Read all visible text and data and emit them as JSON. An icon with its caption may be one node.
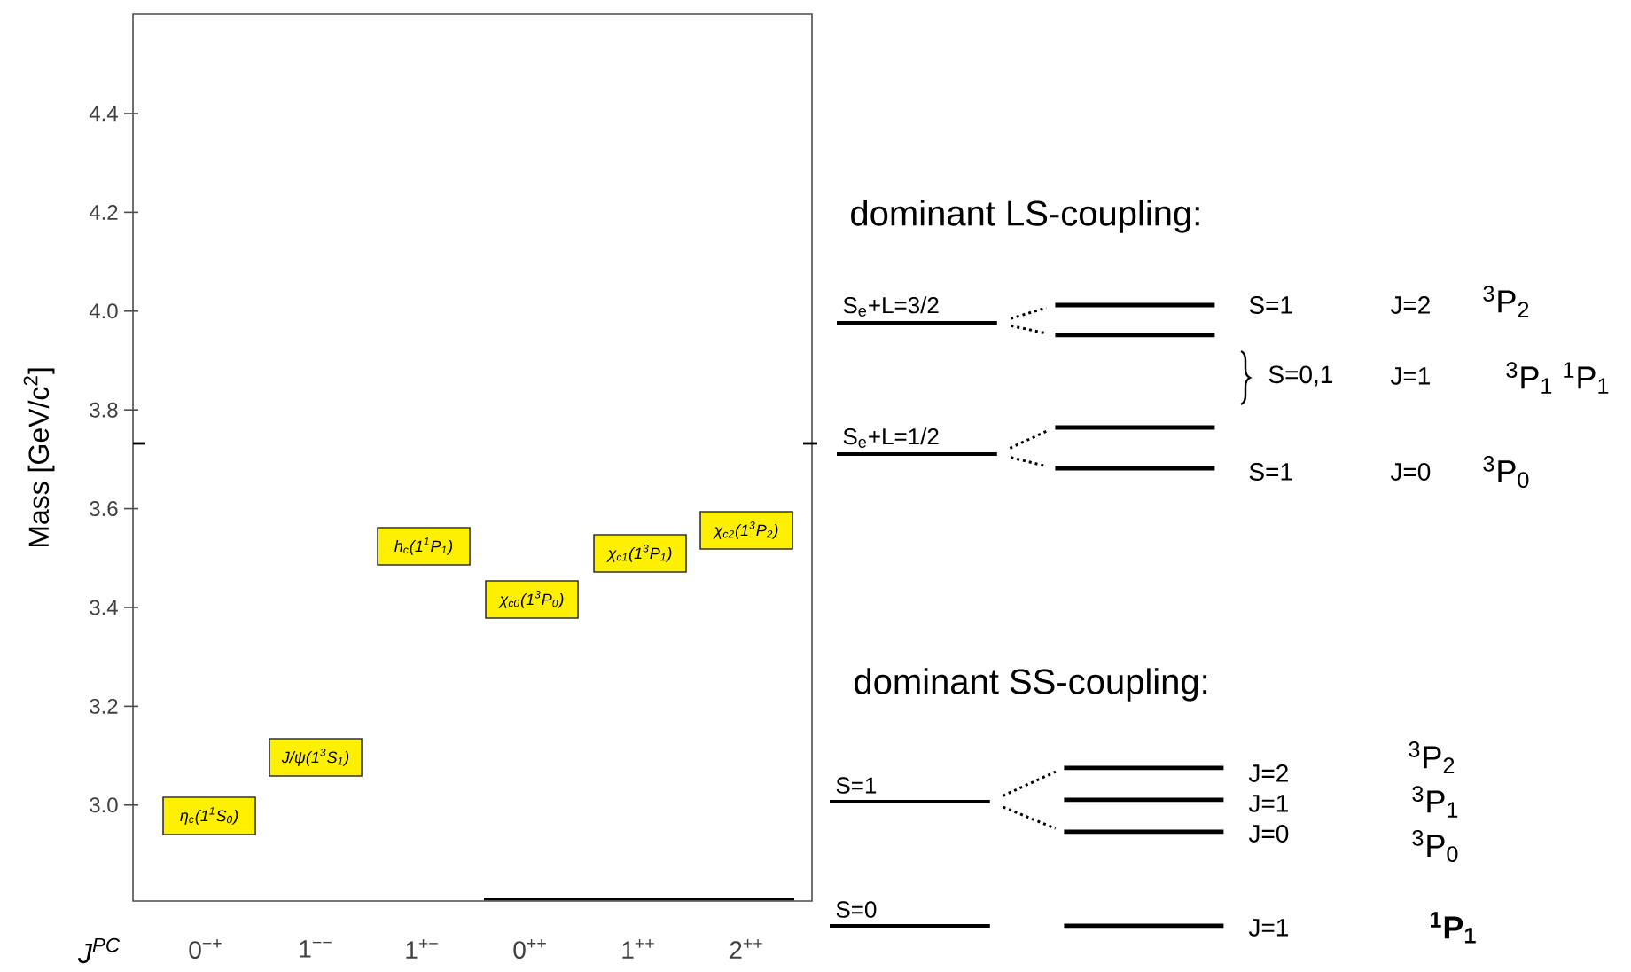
{
  "diagram": {
    "nodes": [
      {
        "text": [
          "η$_{c}$(1$^{1}$S$_{0}$)"
        ]
      },
      {
        "text": [
          "J/ψ(1$^{3}$S$_{1}$)"
        ]
      },
      {
        "text": [
          "h$_{c}$(1$^{1}$P$_{1}$)"
        ]
      },
      {
        "text": [
          "χ$_{c0}$(1$^{3}$P$_{0}$)"
        ]
      },
      {
        "text": [
          "χ$_{c1}$(1$^{3}$P$_{1}$)"
        ]
      },
      {
        "text": [
          "χ$_{c2}$(1$^{3}$P$_{2}$)"
        ]
      },
      {
        "text": [
          "S$_{e}$+L=3/2"
        ]
      },
      {
        "text": [],
        "shape": "bar"
      },
      {
        "text": [],
        "shape": "bar"
      },
      {
        "text": [
          "S$_{e}$+L=1/2"
        ]
      },
      {
        "text": [],
        "shape": "bar"
      },
      {
        "text": [],
        "shape": "bar"
      },
      {
        "text": [
          "S=1"
        ]
      },
      {
        "text": [],
        "shape": "bar"
      },
      {
        "text": [],
        "shape": "bar"
      },
      {
        "text": [],
        "shape": "bar"
      },
      {
        "text": [
          "S=0"
        ]
      },
      {
        "text": [],
        "shape": "bar"
      }
    ],
    "edges": [
      {
        "from": 6,
        "to": 7,
        "arrow": "none",
        "style": "dashed"
      },
      {
        "from": 6,
        "to": 8,
        "arrow": "none",
        "style": "dashed"
      },
      {
        "from": 9,
        "to": 10,
        "arrow": "none",
        "style": "dashed"
      },
      {
        "from": 9,
        "to": 11,
        "arrow": "none",
        "style": "dashed"
      },
      {
        "from": 12,
        "to": 13,
        "arrow": "none",
        "style": "dashed"
      },
      {
        "from": 12,
        "to": 15,
        "arrow": "none",
        "style": "dashed"
      }
    ],
    "labels": [
      "4.4",
      "4.2",
      "4.0",
      "3.8",
      "3.6",
      "3.4",
      "3.2",
      "3.0",
      "Mass [GeV/c$^{2}$]",
      "J$^{PC}$",
      "0$^{−+}$",
      "1$^{−−}$",
      "1$^{+−}$",
      "0$^{++}$",
      "1$^{++}$",
      "2$^{++}$",
      "dominant LS-coupling:",
      "S=1",
      "J=2",
      "$^{3}$P$_{2}$",
      "S=0,1",
      "J=1",
      "$^{3}$P$_{1}$ $^{1}$P$_{1}$",
      "S=1",
      "J=0",
      "$^{3}$P$_{0}$",
      "dominant SS-coupling:",
      "$^{3}$P$_{2}$",
      "J=2",
      "J=1",
      "$^{3}$P$_{1}$",
      "J=0",
      "$^{3}$P$_{0}$",
      "J=1",
      "$^{1}$P$_{1}$"
    ]
  }
}
